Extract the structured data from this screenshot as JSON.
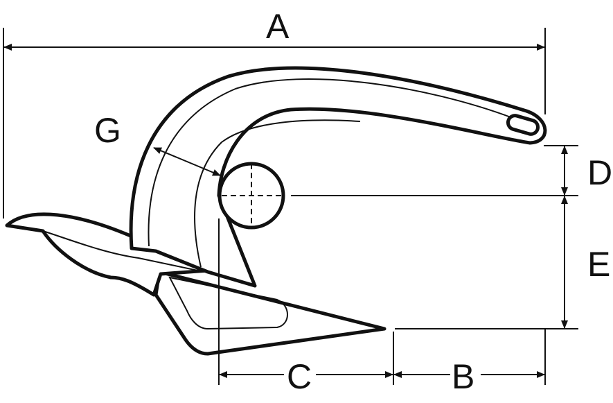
{
  "diagram": {
    "subject": "anchor",
    "labels": {
      "a": "A",
      "b": "B",
      "c": "C",
      "d": "D",
      "e": "E",
      "g": "G"
    },
    "colors": {
      "line": "#111111",
      "background": "#ffffff"
    }
  }
}
